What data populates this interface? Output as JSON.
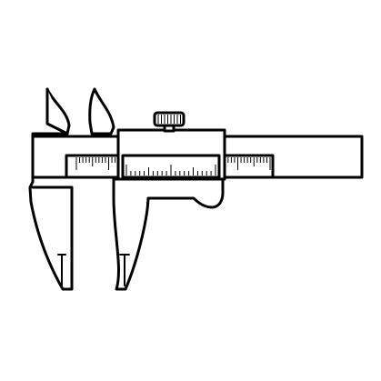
{
  "illustration": {
    "subject": "vernier-caliper",
    "icon": "vernier-caliper-icon",
    "background_color": "#ffffff",
    "line_color": "#000000",
    "main_scale_tick_count": 61,
    "vernier_scale_tick_count": 21
  }
}
